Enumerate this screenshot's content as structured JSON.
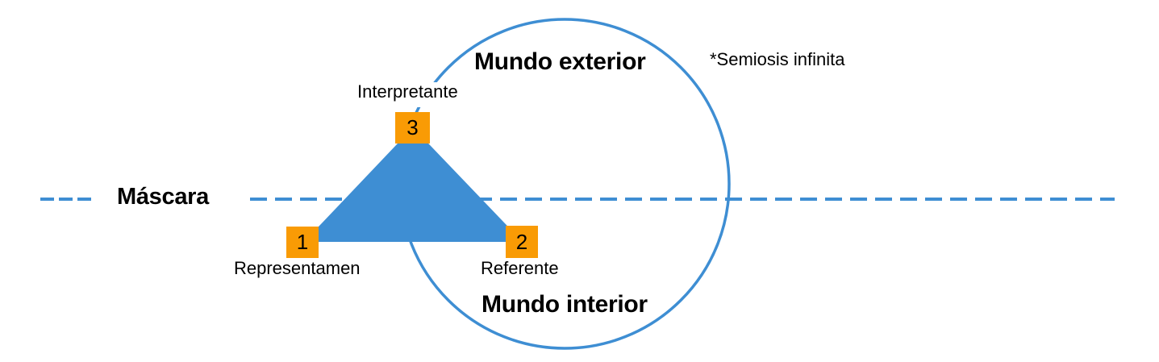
{
  "labels": {
    "mascara": "Máscara",
    "mundo_exterior": "Mundo exterior",
    "mundo_interior": "Mundo interior",
    "semiosis_infinita": "*Semiosis infinita"
  },
  "nodes": [
    {
      "number": "1",
      "name": "Representamen"
    },
    {
      "number": "2",
      "name": "Referente"
    },
    {
      "number": "3",
      "name": "Interpretante"
    }
  ],
  "colors": {
    "blue": "#3E8ED3",
    "orange": "#F99B05",
    "text": "#000000",
    "background": "#FFFFFF"
  }
}
